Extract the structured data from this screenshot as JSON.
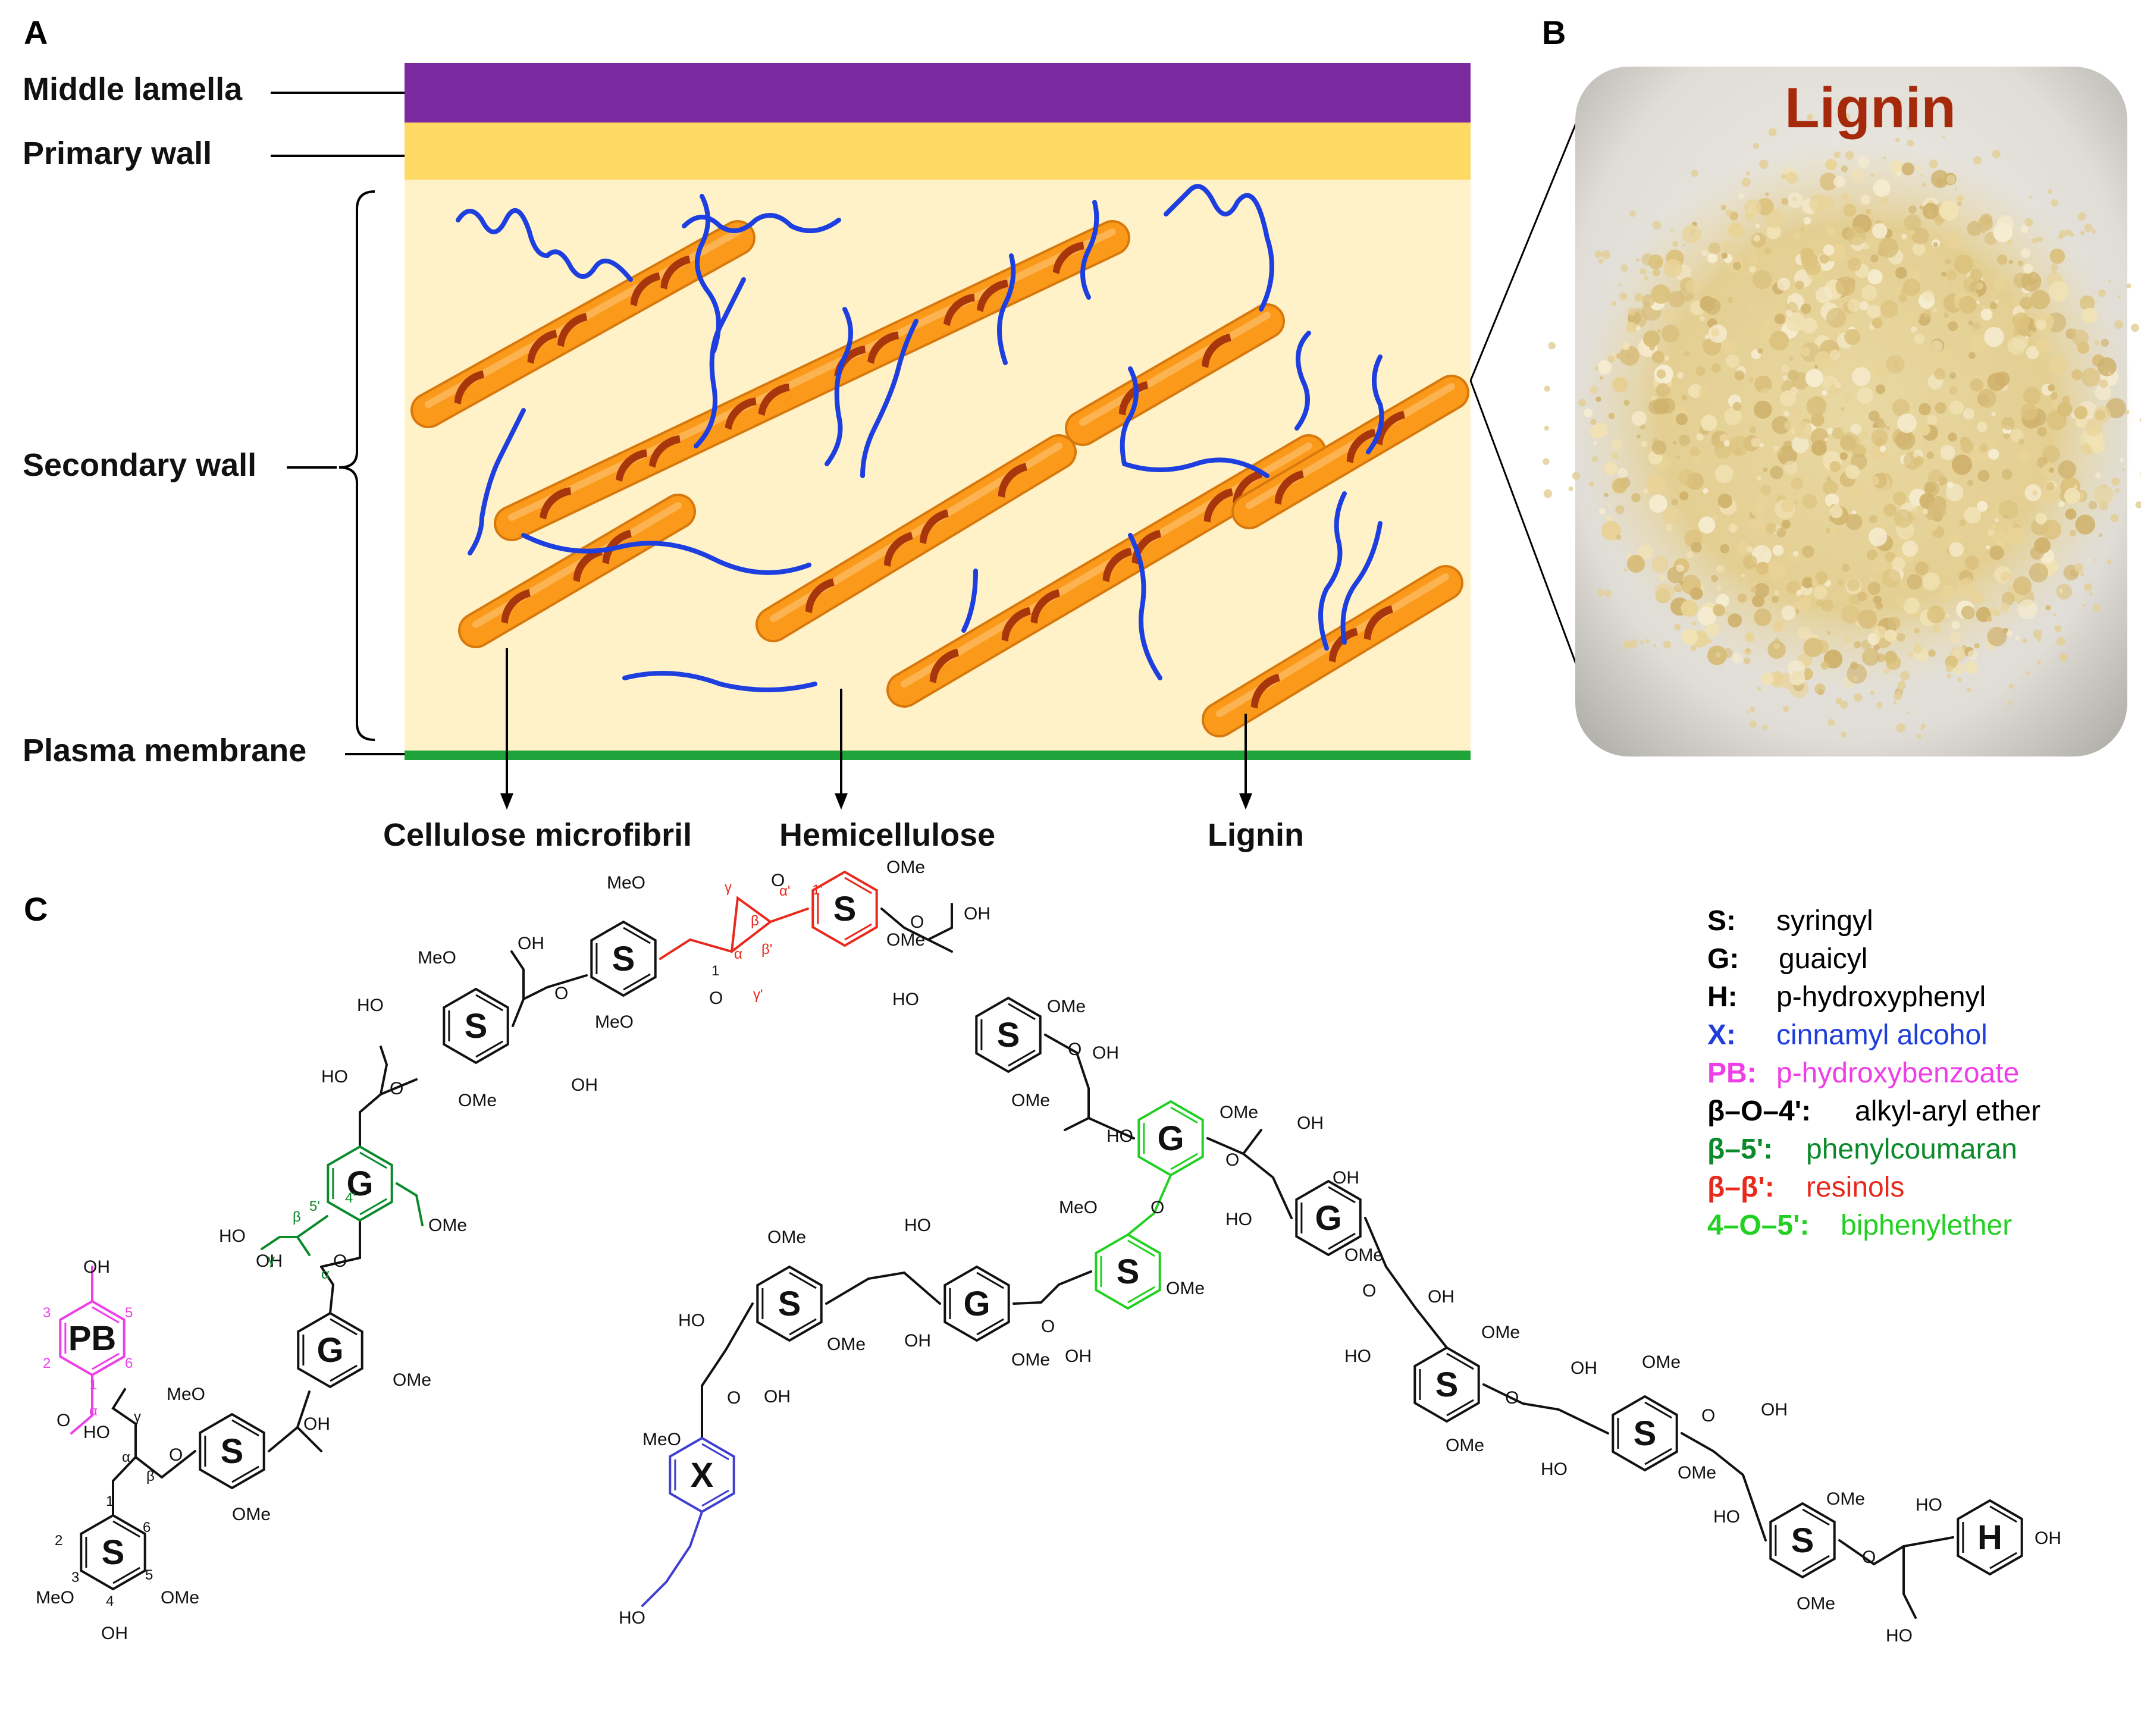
{
  "panels": {
    "a": "A",
    "b": "B",
    "c": "C"
  },
  "panel_a": {
    "layers": {
      "middle_lamella": "Middle lamella",
      "primary_wall": "Primary wall",
      "secondary_wall": "Secondary wall",
      "plasma_membrane": "Plasma membrane"
    },
    "components": {
      "cellulose": "Cellulose microfibril",
      "hemicellulose": "Hemicellulose",
      "lignin": "Lignin"
    },
    "colors": {
      "middle_lamella": "#7b2aa0",
      "primary_wall": "#fed963",
      "secondary_wall": "#fff2c8",
      "plasma_membrane": "#1ea43a",
      "cellulose": "#fb9a1a",
      "hemicellulose": "#a8360d",
      "lignin": "#1d3fe0"
    }
  },
  "panel_b": {
    "label": "Lignin",
    "label_color": "#a52a0c"
  },
  "panel_c": {
    "units": {
      "S": "S",
      "G": "G",
      "H": "H",
      "X": "X",
      "PB": "PB"
    },
    "groups": {
      "meo": "MeO",
      "ome": "OMe",
      "oh": "OH",
      "ho": "HO",
      "o": "O"
    },
    "greek": {
      "alpha": "α",
      "beta": "β",
      "gamma": "γ",
      "alpha_p": "α'",
      "beta_p": "β'",
      "gamma_p": "γ'"
    },
    "positions": {
      "p1": "1",
      "p2": "2",
      "p3": "3",
      "p4": "4",
      "p5": "5",
      "p6": "6",
      "p4p": "4'",
      "p5p": "5'",
      "p1p": "1'"
    },
    "legend": [
      {
        "key": "S:",
        "desc": "syringyl",
        "color": "#000000"
      },
      {
        "key": "G:",
        "desc": "guaicyl",
        "color": "#000000"
      },
      {
        "key": "H:",
        "desc": "p-hydroxyphenyl",
        "color": "#000000"
      },
      {
        "key": "X:",
        "desc": "cinnamyl alcohol",
        "color": "#1e3ddb"
      },
      {
        "key": "PB:",
        "desc": "p-hydroxybenzoate",
        "color": "#ee3ee8"
      },
      {
        "key": "β–O–4':",
        "desc": "alkyl-aryl ether",
        "color": "#000000"
      },
      {
        "key": "β–5':",
        "desc": "phenylcoumaran",
        "color": "#0a8a2a"
      },
      {
        "key": "β–β':",
        "desc": "resinols",
        "color": "#e8291c"
      },
      {
        "key": "4–O–5':",
        "desc": "biphenylether",
        "color": "#22d022"
      }
    ]
  }
}
